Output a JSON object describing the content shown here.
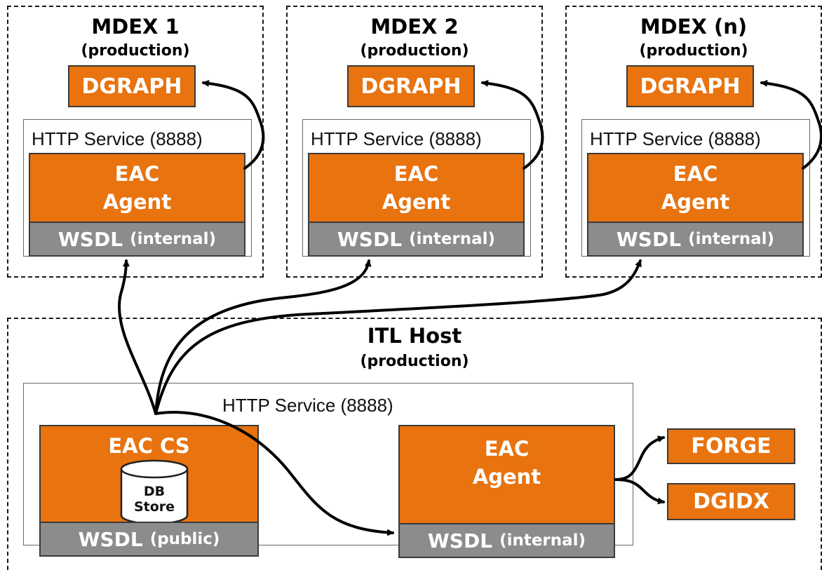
{
  "mdex": [
    {
      "title": "MDEX 1",
      "subtitle": "(production)",
      "dgraph": "DGRAPH",
      "http": "HTTP Service (8888)",
      "agent_line1": "EAC",
      "agent_line2": "Agent",
      "wsdl": "WSDL",
      "wsdl_tag": "(internal)"
    },
    {
      "title": "MDEX 2",
      "subtitle": "(production)",
      "dgraph": "DGRAPH",
      "http": "HTTP Service (8888)",
      "agent_line1": "EAC",
      "agent_line2": "Agent",
      "wsdl": "WSDL",
      "wsdl_tag": "(internal)"
    },
    {
      "title": "MDEX (n)",
      "subtitle": "(production)",
      "dgraph": "DGRAPH",
      "http": "HTTP Service (8888)",
      "agent_line1": "EAC",
      "agent_line2": "Agent",
      "wsdl": "WSDL",
      "wsdl_tag": "(internal)"
    }
  ],
  "itl": {
    "title": "ITL Host",
    "subtitle": "(production)",
    "http": "HTTP Service (8888)",
    "eaccs": "EAC CS",
    "db_line1": "DB",
    "db_line2": "Store",
    "wsdl_public": "WSDL",
    "wsdl_public_tag": "(public)",
    "agent_line1": "EAC",
    "agent_line2": "Agent",
    "wsdl_internal": "WSDL",
    "wsdl_internal_tag": "(internal)",
    "forge": "FORGE",
    "dgidx": "DGIDX"
  },
  "colors": {
    "accent": "#e8730f",
    "wsdl": "#8c8c8c"
  }
}
